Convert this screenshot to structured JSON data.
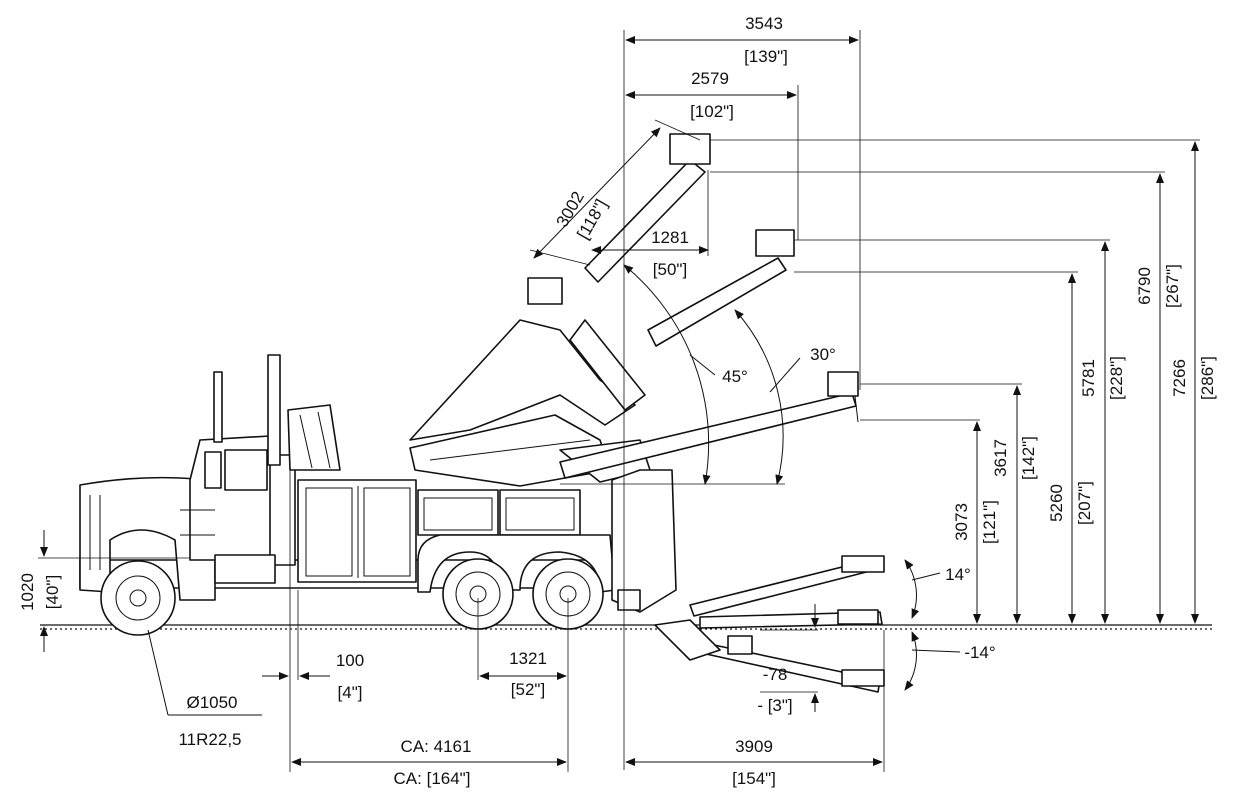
{
  "drawing": {
    "title": "Tow truck rotator boom dimensions",
    "colors": {
      "line": "#111111",
      "background": "#ffffff"
    }
  },
  "dimensions": {
    "top_reach": {
      "mm": "3543",
      "inch": "[139\"]"
    },
    "mid_reach": {
      "mm": "2579",
      "inch": "[102\"]"
    },
    "boom_length": {
      "mm": "3002",
      "inch": "[118\"]"
    },
    "extension": {
      "mm": "1281",
      "inch": "[50\"]"
    },
    "max_height_tip": {
      "mm": "7266",
      "inch": "[286\"]"
    },
    "max_height_top": {
      "mm": "6790",
      "inch": "[267\"]"
    },
    "height_45": {
      "mm": "5781",
      "inch": "[228\"]"
    },
    "height_45_low": {
      "mm": "5260",
      "inch": "[207\"]"
    },
    "height_30": {
      "mm": "3617",
      "inch": "[142\"]"
    },
    "height_30_low": {
      "mm": "3073",
      "inch": "[121\"]"
    },
    "frame_height": {
      "mm": "1020",
      "inch": "[40\"]"
    },
    "rear_gap": {
      "mm": "100",
      "inch": "[4\"]"
    },
    "tandem_spacing": {
      "mm": "1321",
      "inch": "[52\"]"
    },
    "below_grade": {
      "mm": "-78",
      "inch": "- [3\"]"
    },
    "cab_to_axle": {
      "mm": "CA: 4161",
      "inch": "CA:  [164\"]"
    },
    "underlift_reach": {
      "mm": "3909",
      "inch": "[154\"]"
    },
    "tire": {
      "diameter": "Ø1050",
      "size": "11R22,5"
    }
  },
  "angles": {
    "boom_high": "45°",
    "boom_low": "30°",
    "underlift_up": "14°",
    "underlift_down": "-14°"
  }
}
